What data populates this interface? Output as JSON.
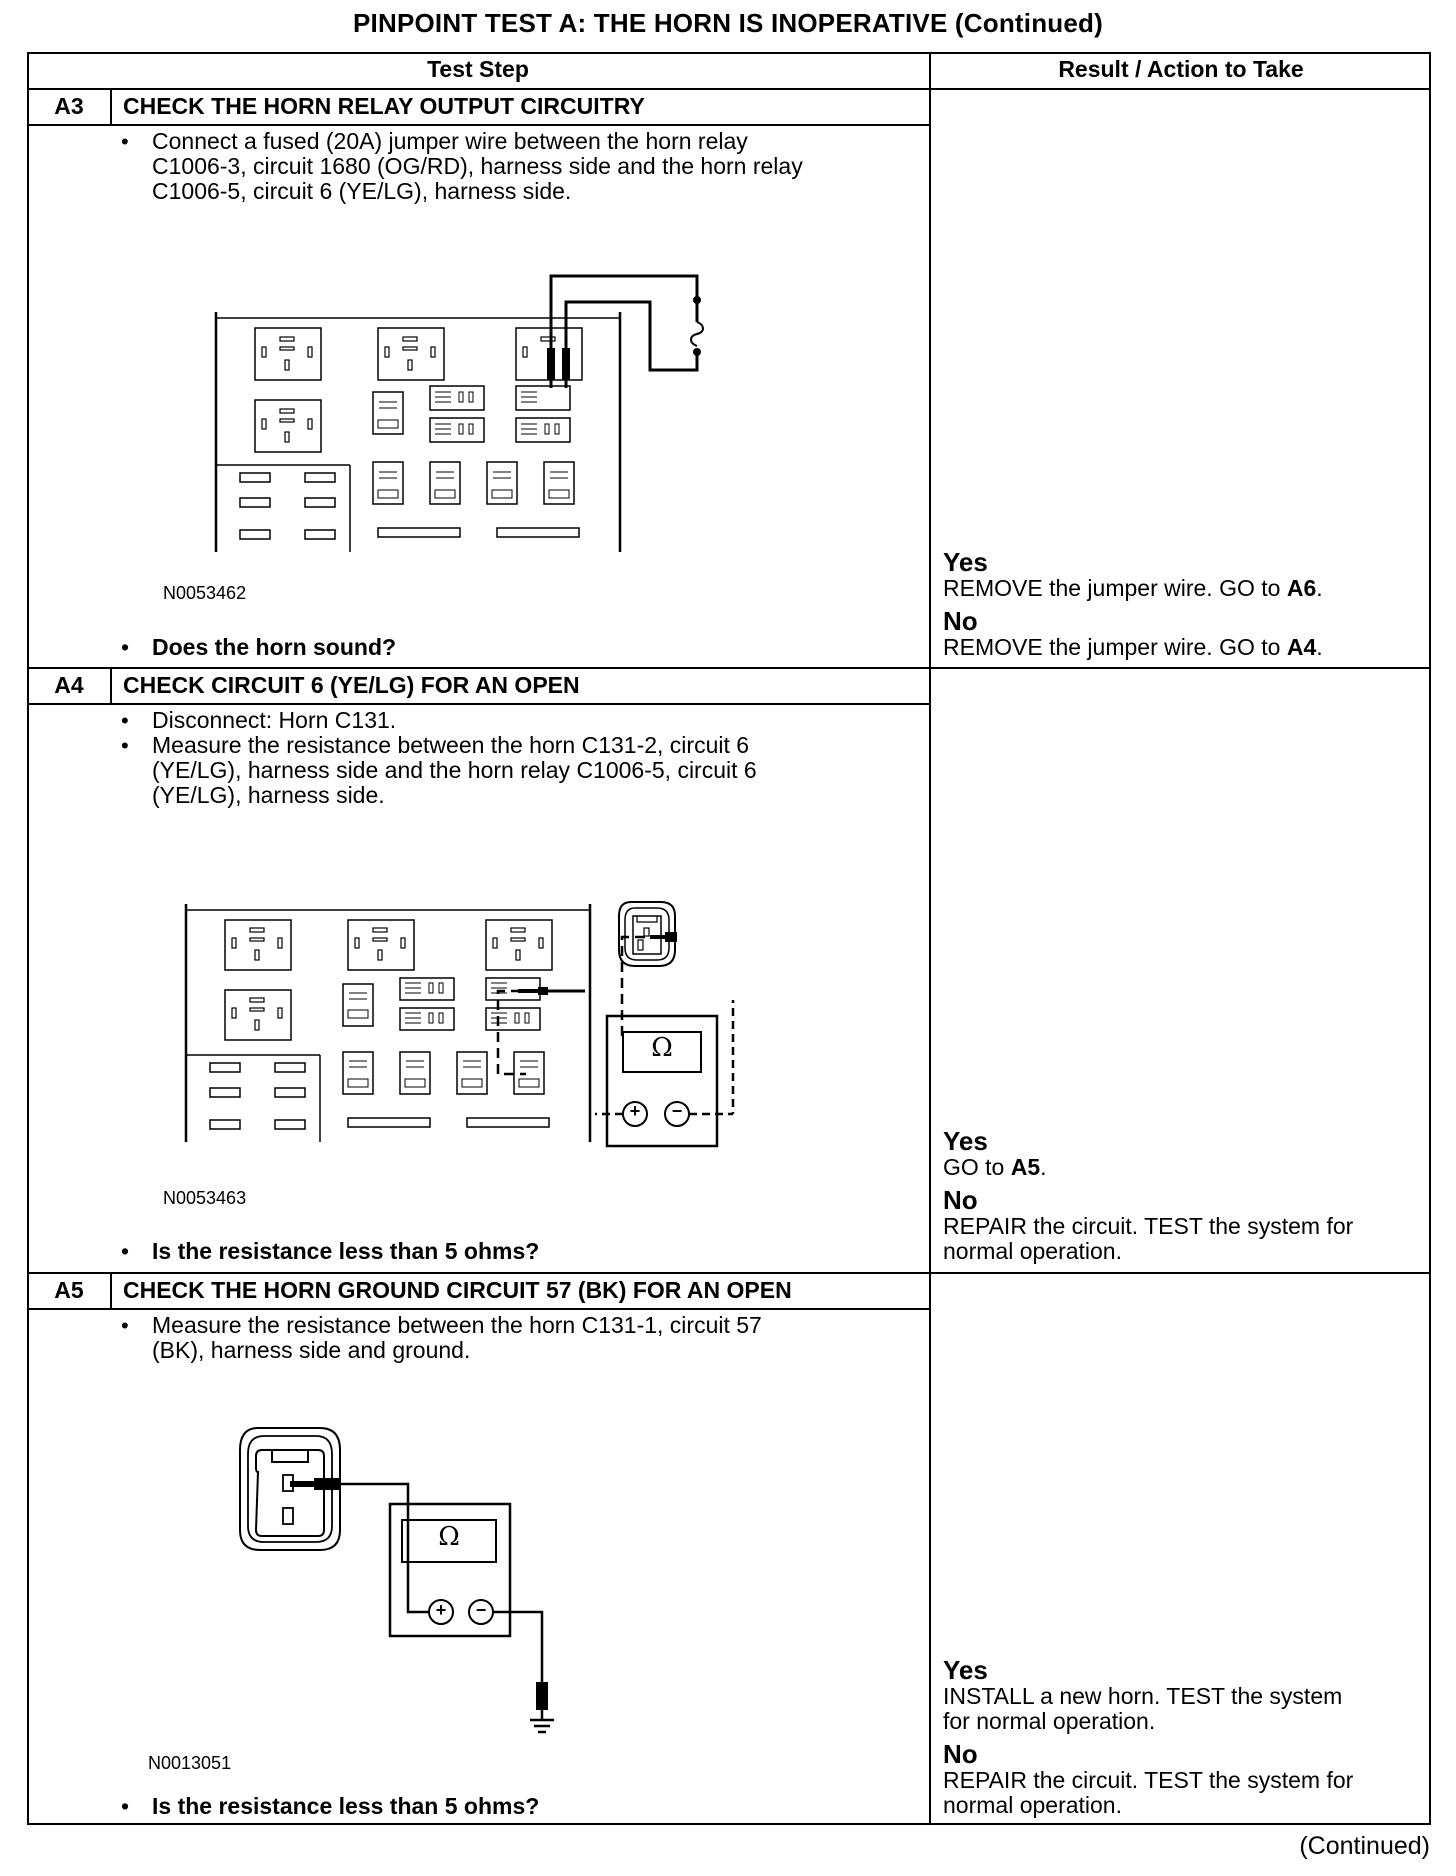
{
  "title": "PINPOINT TEST  A: THE HORN IS INOPERATIVE (Continued)",
  "headers": {
    "test_step": "Test Step",
    "result": "Result / Action to Take"
  },
  "steps": [
    {
      "id": "A3",
      "title": "CHECK THE HORN RELAY OUTPUT CIRCUITRY",
      "bullets": [
        "Connect a fused (20A) jumper wire between the horn relay\nC1006-3, circuit 1680 (OG/RD), harness side and the horn relay\nC1006-5, circuit 6 (YE/LG), harness side."
      ],
      "figure_id": "N0053462",
      "question": "Does the horn sound?",
      "yes_label": "Yes",
      "yes_text": "REMOVE the jumper wire. GO to ",
      "yes_goto": "A6",
      "no_label": "No",
      "no_text": "REMOVE the jumper wire. GO to ",
      "no_goto": "A4"
    },
    {
      "id": "A4",
      "title": "CHECK CIRCUIT 6 (YE/LG) FOR AN OPEN",
      "bullets": [
        "Disconnect: Horn C131.",
        "Measure the resistance between the horn C131-2, circuit 6\n(YE/LG), harness side and the horn relay C1006-5, circuit 6\n(YE/LG), harness side."
      ],
      "figure_id": "N0053463",
      "question": "Is the resistance less than 5 ohms?",
      "yes_label": "Yes",
      "yes_text": "GO to ",
      "yes_goto": "A5",
      "no_label": "No",
      "no_text": "REPAIR the circuit. TEST the system for\nnormal operation."
    },
    {
      "id": "A5",
      "title": "CHECK THE HORN GROUND CIRCUIT 57 (BK) FOR AN OPEN",
      "bullets": [
        "Measure the resistance between the horn C131-1, circuit 57\n(BK), harness side and ground."
      ],
      "figure_id": "N0013051",
      "question": "Is the resistance less than 5 ohms?",
      "yes_label": "Yes",
      "yes_text": "INSTALL a new horn. TEST the system\nfor normal operation.",
      "no_label": "No",
      "no_text": "REPAIR the circuit. TEST the system for\nnormal operation."
    }
  ],
  "meter_symbol": "Ω",
  "plus_symbol": "+",
  "minus_symbol": "−",
  "footer": "(Continued)"
}
